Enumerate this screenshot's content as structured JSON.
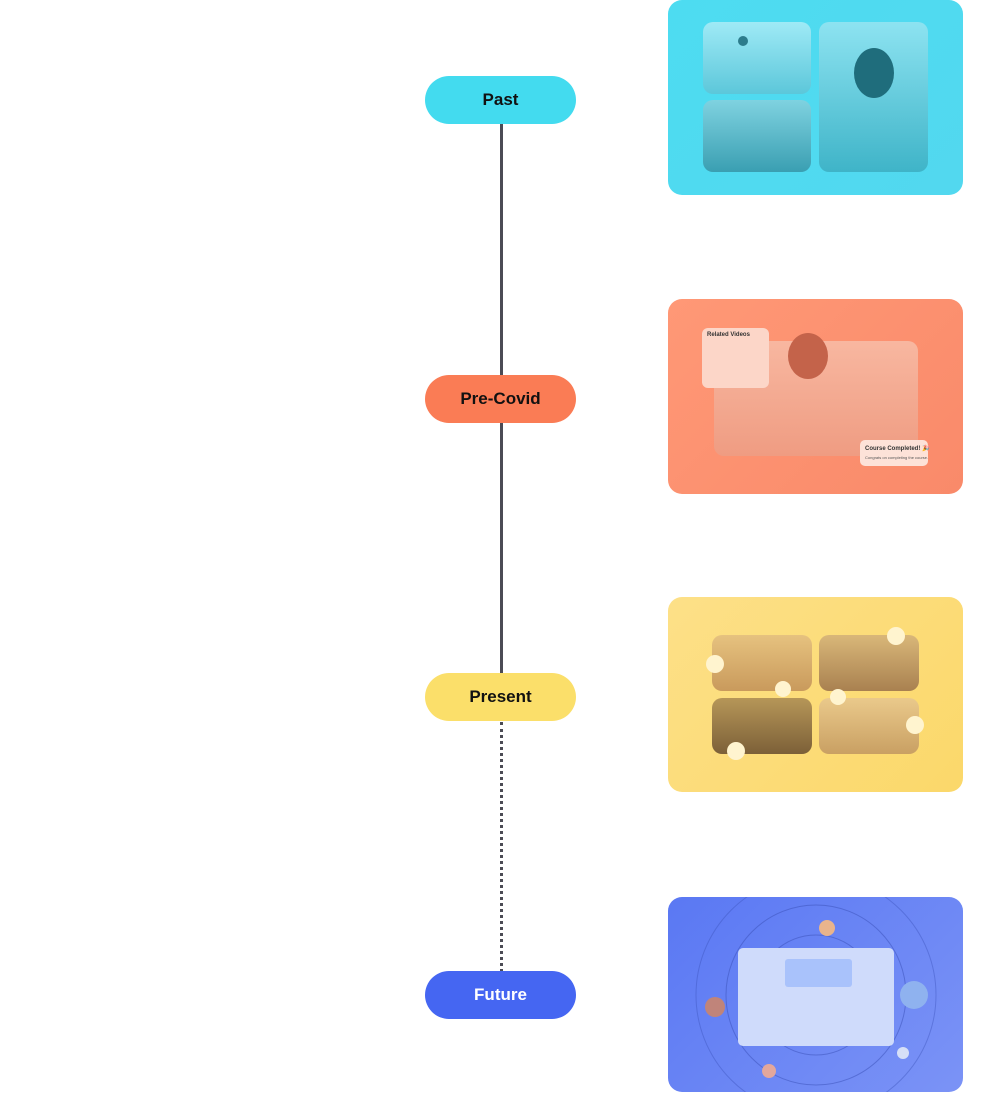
{
  "timeline": {
    "stages": [
      {
        "label": "Past",
        "color": "#43dbef"
      },
      {
        "label": "Pre-Covid",
        "color": "#fa7c55"
      },
      {
        "label": "Present",
        "color": "#fbdf6a"
      },
      {
        "label": "Future",
        "color": "#4566f2"
      }
    ]
  },
  "cards": {
    "precovid": {
      "related_title": "Related Videos",
      "toast_title": "Course Completed! 🎉",
      "toast_sub": "Congrats on completing the course."
    }
  }
}
